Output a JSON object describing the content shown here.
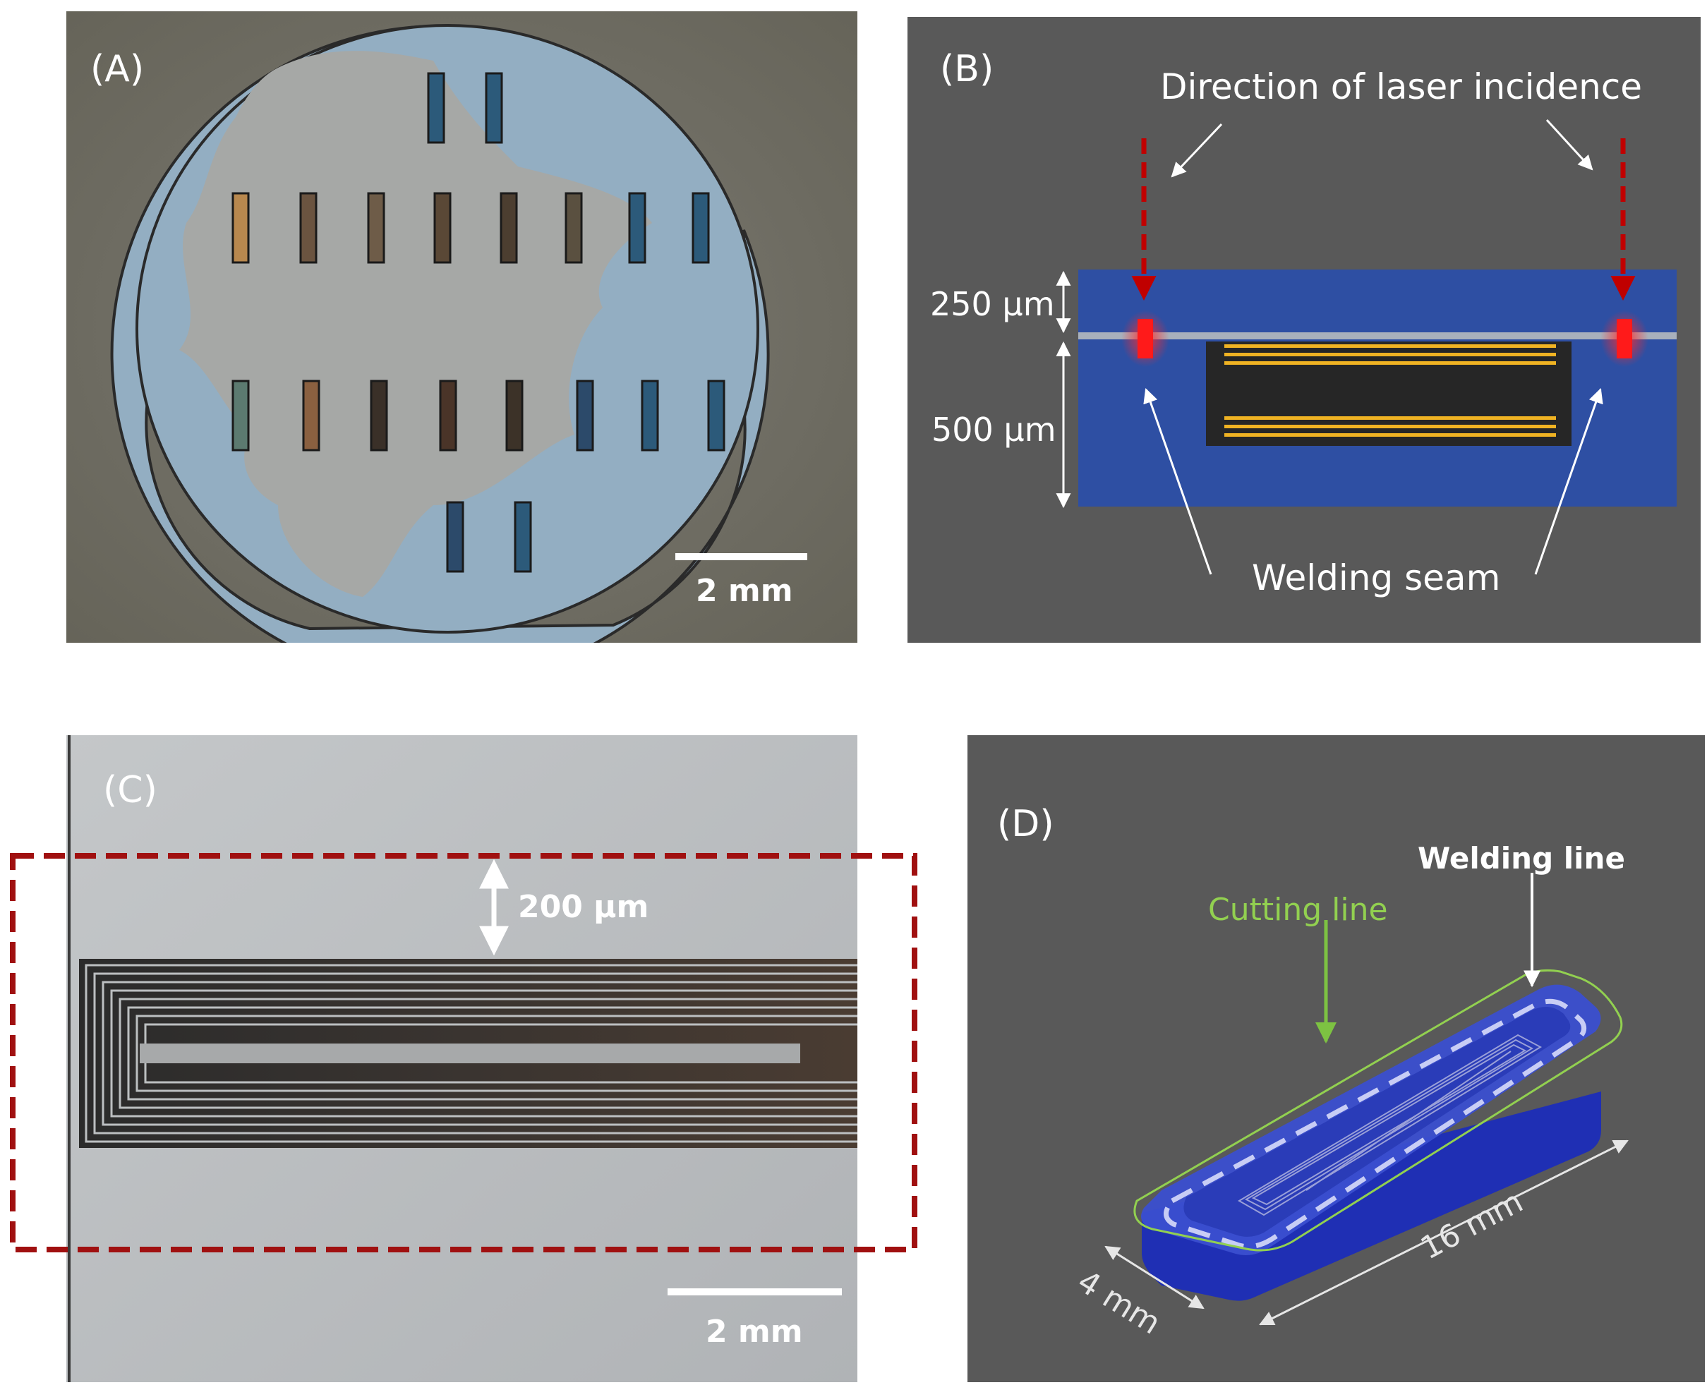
{
  "panels": {
    "a": {
      "label": "(A)",
      "scale_bar": "2 mm"
    },
    "b": {
      "label": "(B)",
      "laser_direction": "Direction of laser incidence",
      "top_thickness": "250 µm",
      "bottom_thickness": "500 µm",
      "seam": "Welding seam"
    },
    "c": {
      "label": "(C)",
      "margin": "200 µm",
      "scale_bar": "2 mm"
    },
    "d": {
      "label": "(D)",
      "welding_line": "Welding line",
      "cutting_line": "Cutting line",
      "length": "16 mm",
      "width": "4 mm"
    }
  },
  "colors": {
    "glass_blue": "#2e4fa3",
    "laser_red": "#c00000",
    "gold_coil": "#f0b323",
    "cutting_green": "#92d050",
    "panel_gray": "#595959"
  }
}
